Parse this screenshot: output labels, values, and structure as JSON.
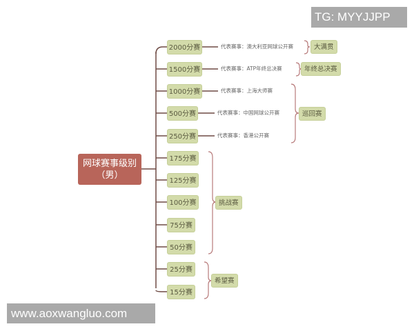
{
  "watermarks": {
    "top_right": "TG: MYYJJPP",
    "bottom_left": "www.aoxwangluo.com"
  },
  "colors": {
    "root_fill": "#b8655a",
    "node_fill": "#d3dbaa",
    "connector": "#6e4a44",
    "brace": "#b77a7a",
    "watermark_bg": "#a9a9a9"
  },
  "root": {
    "label": "网球赛事级别（男）",
    "line1": "网球赛事级别",
    "line2": "（男）"
  },
  "levels": [
    {
      "label": "2000分赛",
      "desc": "代表赛事：澳大利亚网球公开赛"
    },
    {
      "label": "1500分赛",
      "desc": "代表赛事：ATP年终总决赛"
    },
    {
      "label": "1000分赛",
      "desc": "代表赛事：上海大师赛"
    },
    {
      "label": "500分赛",
      "desc": "代表赛事：中国网球公开赛"
    },
    {
      "label": "250分赛",
      "desc": "代表赛事：香港公开赛"
    },
    {
      "label": "175分赛"
    },
    {
      "label": "125分赛"
    },
    {
      "label": "100分赛"
    },
    {
      "label": "75分赛"
    },
    {
      "label": "50分赛"
    },
    {
      "label": "25分赛"
    },
    {
      "label": "15分赛"
    }
  ],
  "categories": [
    {
      "label": "大满贯",
      "covers": [
        "2000分赛"
      ]
    },
    {
      "label": "年终总决赛",
      "covers": [
        "1500分赛"
      ]
    },
    {
      "label": "巡回赛",
      "covers": [
        "1000分赛",
        "500分赛",
        "250分赛"
      ]
    },
    {
      "label": "挑战赛",
      "covers": [
        "175分赛",
        "125分赛",
        "100分赛",
        "75分赛",
        "50分赛"
      ]
    },
    {
      "label": "希望赛",
      "covers": [
        "25分赛",
        "15分赛"
      ]
    }
  ]
}
